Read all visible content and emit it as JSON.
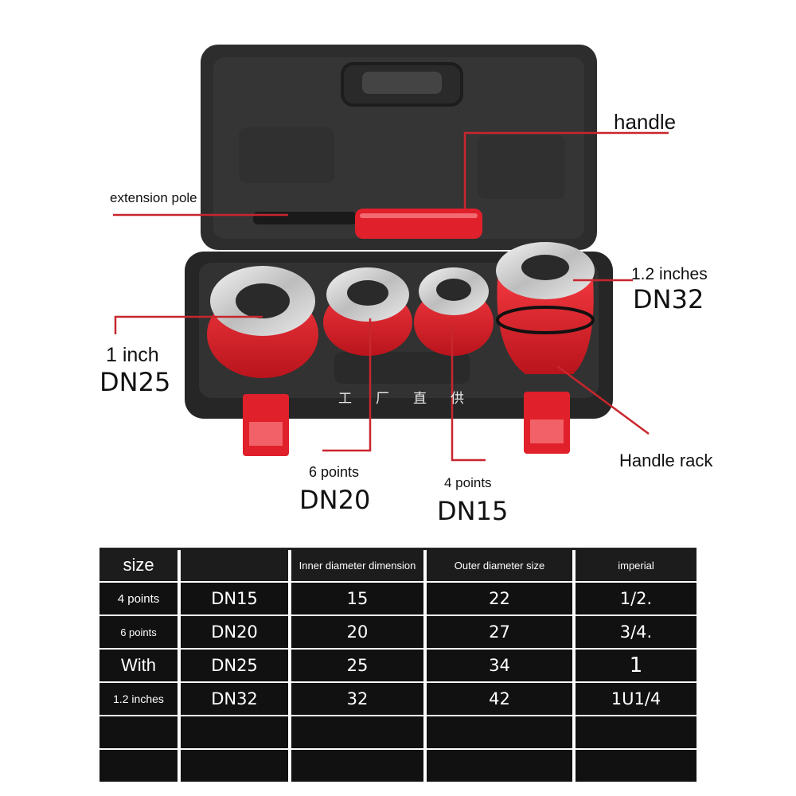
{
  "labels": {
    "handle": "handle",
    "extension_pole": "extension pole",
    "inch_12": "1.2 inches",
    "dn32": "DN32",
    "inch_1": "1 inch",
    "dn25": "DN25",
    "points_6": "6 points",
    "dn20": "DN20",
    "points_4": "4 points",
    "dn15": "DN15",
    "handle_rack": "Handle rack",
    "watermark": "工厂直供"
  },
  "colors": {
    "tool_red": "#e0202a",
    "case_black": "#2b2b2b",
    "chrome": "#d9d9d9",
    "leader_line": "#c8262e"
  },
  "table": {
    "headers": [
      "size",
      "",
      "Inner diameter dimension",
      "Outer diameter size",
      "imperial"
    ],
    "rows": [
      [
        "4 points",
        "DN15",
        "15",
        "22",
        "1/2."
      ],
      [
        "6 points",
        "DN20",
        "20",
        "27",
        "3/4."
      ],
      [
        "With",
        "DN25",
        "25",
        "34",
        "1"
      ],
      [
        "1.2 inches",
        "DN32",
        "32",
        "42",
        "1U1/4"
      ],
      [
        "",
        "",
        "",
        "",
        ""
      ],
      [
        "",
        "",
        "",
        "",
        ""
      ]
    ]
  }
}
